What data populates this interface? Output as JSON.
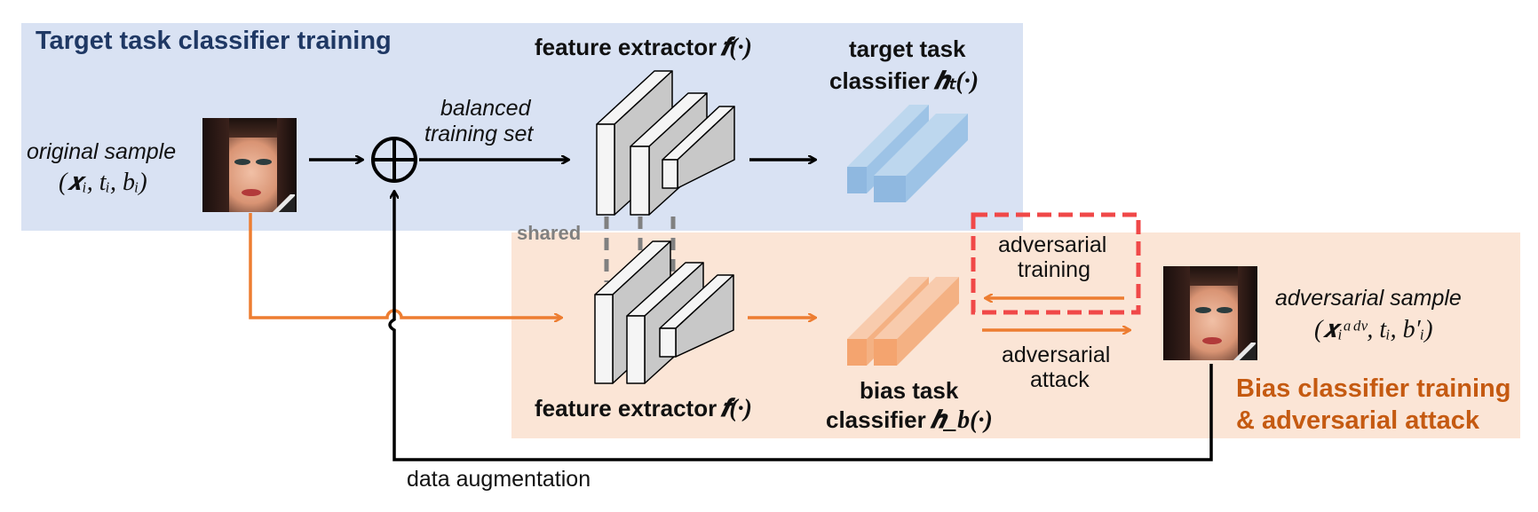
{
  "panels": {
    "top_title": "Target task classifier training",
    "bottom_title_line1": "Bias classifier training",
    "bottom_title_line2": "& adversarial attack",
    "top_color": "#d9e2f3",
    "bottom_color": "#fbe5d6",
    "top_title_color": "#1f3864",
    "bottom_title_color": "#c55a11"
  },
  "nodes": {
    "original_sample_label": "original sample",
    "original_sample_formula": "(𝒙ᵢ, tᵢ, bᵢ)",
    "plus_symbol": "⊕",
    "balanced_line1": "balanced",
    "balanced_line2": "training set",
    "fe_top_label": "feature extractor",
    "fe_top_formula": "𝒇(·)",
    "target_clf_line1": "target task",
    "target_clf_line2": "classifier",
    "target_clf_formula": "𝒉ₜ(·)",
    "shared_label": "shared",
    "fe_bottom_label": "feature extractor",
    "fe_bottom_formula": "𝒇(·)",
    "bias_clf_line1": "bias task",
    "bias_clf_line2": "classifier",
    "bias_clf_formula": "𝒉_b(·)",
    "adv_training_line1": "adversarial",
    "adv_training_line2": "training",
    "adv_attack_line1": "adversarial",
    "adv_attack_line2": "attack",
    "adv_sample_label": "adversarial sample",
    "adv_sample_formula": "(𝒙ᵢᵃᵈᵛ, tᵢ, b′ᵢ)",
    "data_aug_label": "data augmentation"
  },
  "colors": {
    "arrow_black": "#000000",
    "arrow_orange": "#ed7d31",
    "classifier_blue": "#9dc3e6",
    "classifier_orange": "#f4b183",
    "dashed_red": "#f04848",
    "shared_gray": "#808080"
  },
  "icons": [
    "face-photo",
    "plus-circle",
    "feature-extractor-stack",
    "classifier-bars"
  ]
}
